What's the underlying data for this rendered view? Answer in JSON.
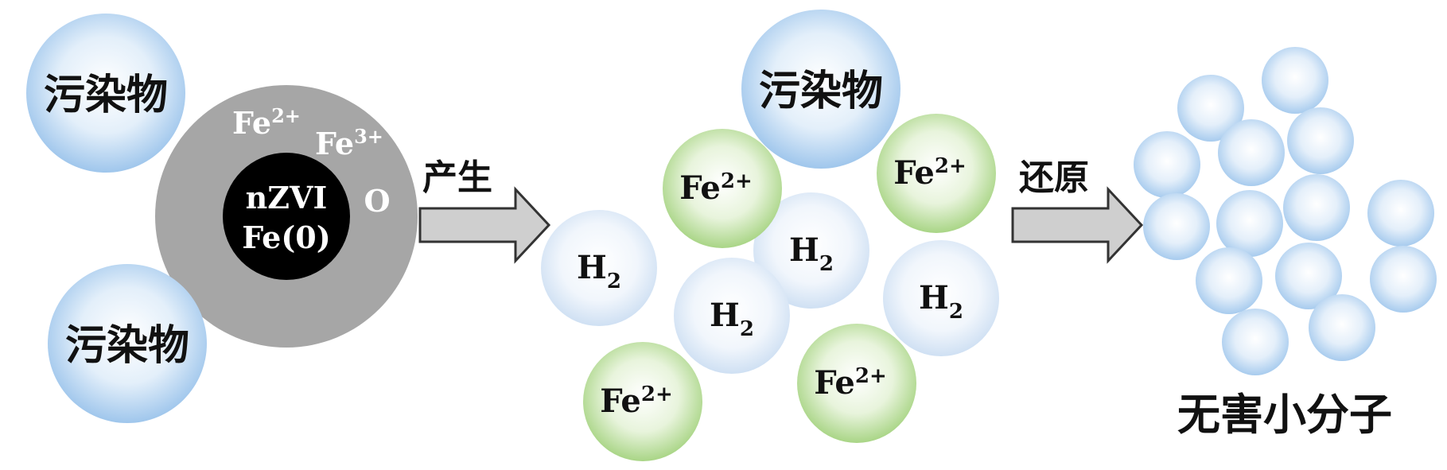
{
  "pollutant_label": "污染物",
  "core": {
    "line1": "nZVI",
    "line2": "Fe(0)",
    "shell_fe2_base": "Fe",
    "shell_fe2_sup": "2+",
    "shell_fe3_base": "Fe",
    "shell_fe3_sup": "3+",
    "shell_o": "O"
  },
  "arrow1_label": "产生",
  "arrow2_label": "还原",
  "fe2_base": "Fe",
  "fe2_sup": "2+",
  "h2_base": "H",
  "h2_sub": "2",
  "product_label": "无害小分子",
  "colors": {
    "pollutant": "#a9cdee",
    "fe2": "#b7dc96",
    "h2": "#d7e5f5",
    "shell": "#a6a6a6",
    "core": "#000000",
    "arrow_fill": "#cfcfcf"
  }
}
